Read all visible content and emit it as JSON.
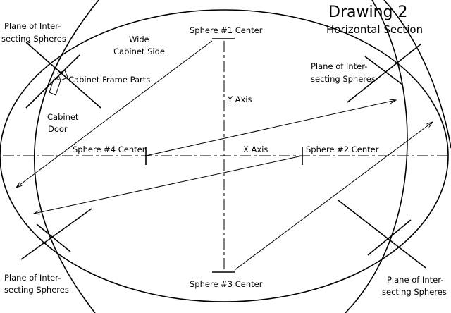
{
  "title": "Drawing 2",
  "subtitle": "Horizontal Section",
  "labels": {
    "plane_top_left_1": "Plane of Inter-",
    "plane_top_left_2": "secting Spheres",
    "plane_top_right_1": "Plane of Inter-",
    "plane_top_right_2": "secting Spheres",
    "plane_bottom_left_1": "Plane of Inter-",
    "plane_bottom_left_2": "secting Spheres",
    "plane_bottom_right_1": "Plane of Inter-",
    "plane_bottom_right_2": "secting Spheres",
    "wide_side_1": "Wide",
    "wide_side_2": "Cabinet Side",
    "frame_parts": "Cabinet Frame Parts",
    "door_1": "Cabinet",
    "door_2": "Door",
    "sphere1": "Sphere #1 Center",
    "sphere2": "Sphere #2 Center",
    "sphere3": "Sphere #3 Center",
    "sphere4": "Sphere #4 Center",
    "x_axis": "X Axis",
    "y_axis": "Y Axis"
  }
}
